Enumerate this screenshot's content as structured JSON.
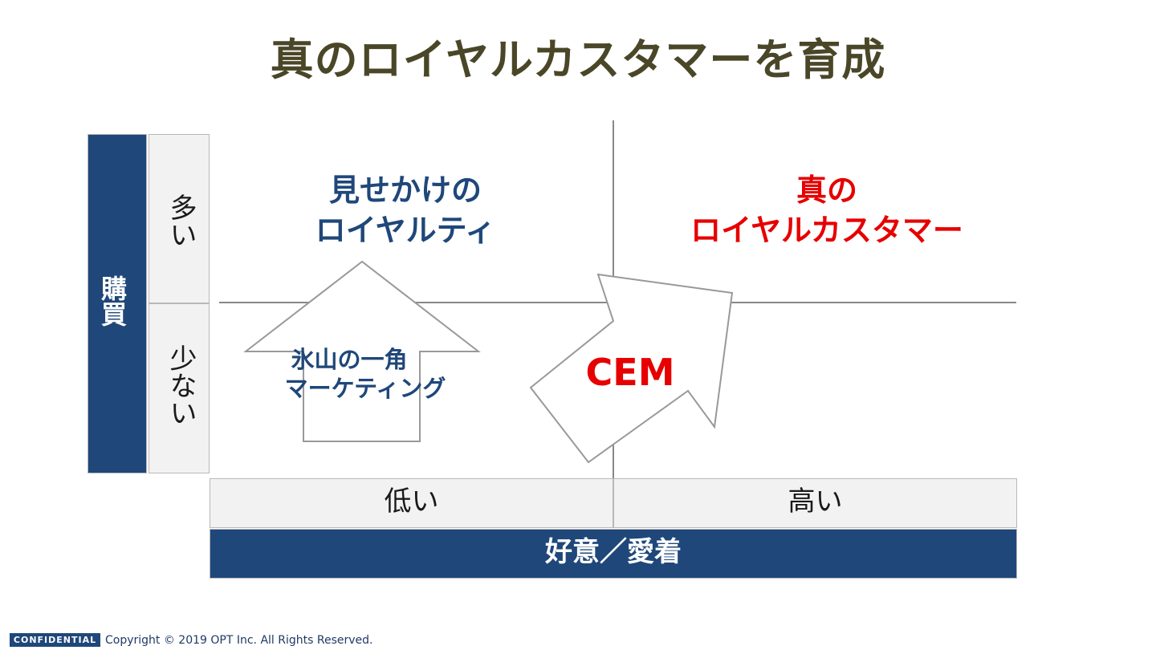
{
  "title": "真のロイヤルカスタマーを育成",
  "y_axis": {
    "label": "購買",
    "high": "多い",
    "low": "少ない"
  },
  "x_axis": {
    "label": "好意／愛着",
    "low": "低い",
    "high": "高い"
  },
  "quadrants": {
    "top_left": [
      "見せかけの",
      "ロイヤルティ"
    ],
    "top_right": [
      "真の",
      "ロイヤルカスタマー"
    ]
  },
  "arrows": {
    "up_arrow_label": [
      "氷山の一角",
      "マーケティング"
    ],
    "diagonal_arrow_label": "CEM"
  },
  "footer": {
    "badge": "CONFIDENTIAL",
    "copyright": "Copyright © 2019 OPT Inc. All Rights Reserved."
  },
  "colors": {
    "navy": "#1f477a",
    "red": "#e60000",
    "title": "#4a4628"
  }
}
